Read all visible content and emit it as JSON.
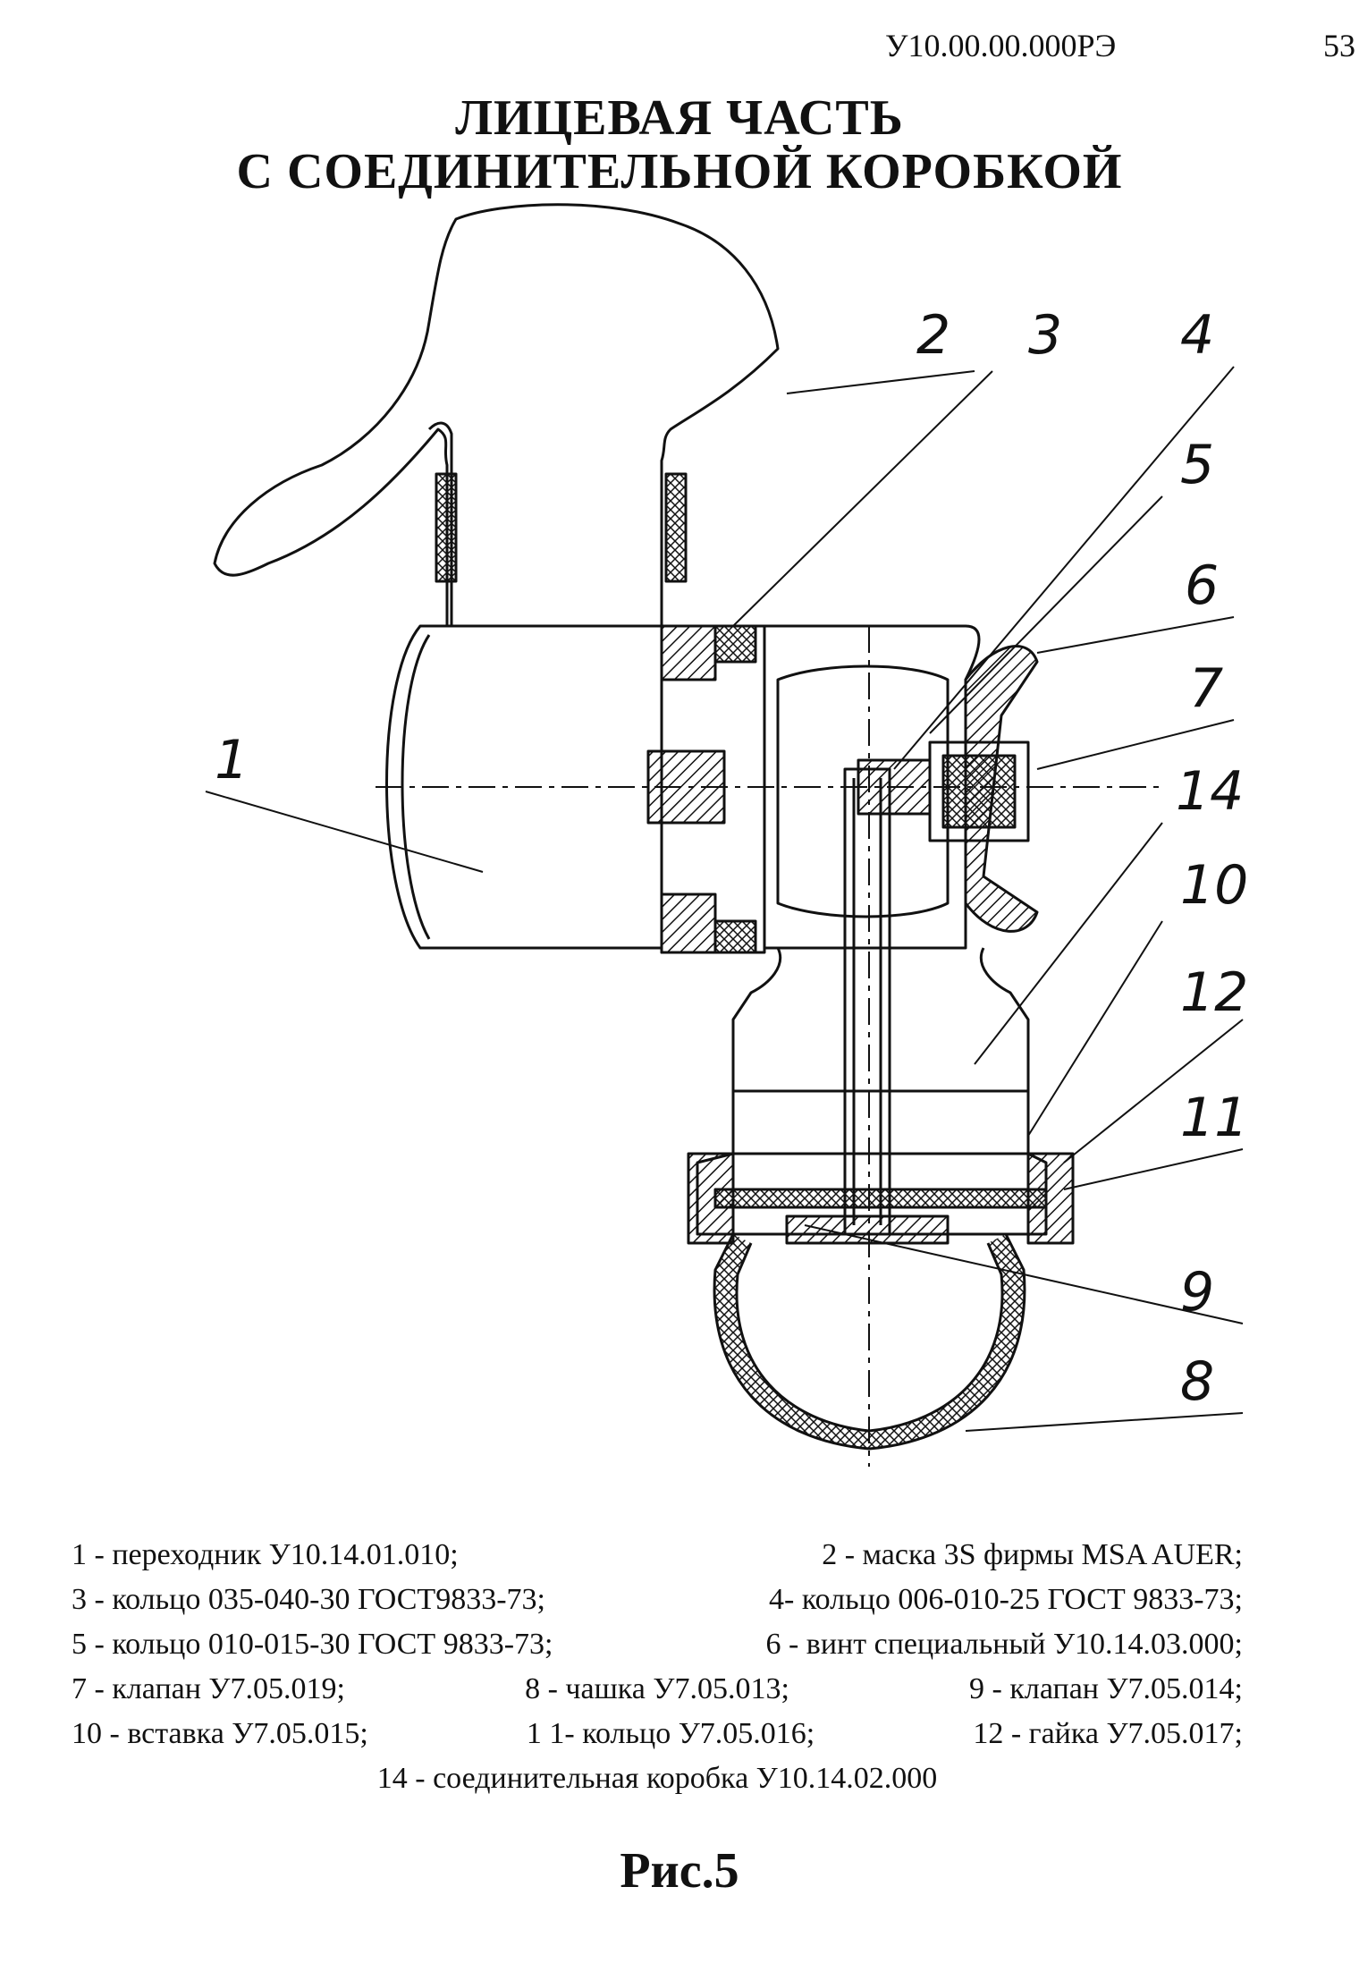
{
  "header": {
    "doc_code": "У10.00.00.000РЭ",
    "page_number": "53"
  },
  "title": {
    "line1": "ЛИЦЕВАЯ ЧАСТЬ",
    "line2": "С СОЕДИНИТЕЛЬНОЙ КОРОБКОЙ"
  },
  "callouts": [
    "1",
    "2",
    "3",
    "4",
    "5",
    "6",
    "7",
    "14",
    "10",
    "12",
    "11",
    "9",
    "8"
  ],
  "legend": {
    "rows": [
      [
        "1 - переходник У10.14.01.010;",
        "2 - маска 3S фирмы MSA AUER;"
      ],
      [
        "3 - кольцо 035-040-30 ГОСТ9833-73;",
        "4- кольцо 006-010-25 ГОСТ 9833-73;"
      ],
      [
        "5 - кольцо 010-015-30 ГОСТ 9833-73;",
        "6 - винт специальный У10.14.03.000;"
      ],
      [
        "7 - клапан У7.05.019;",
        "8 - чашка У7.05.013;",
        "9 - клапан У7.05.014;"
      ],
      [
        "10 - вставка У7.05.015;",
        "1 1- кольцо У7.05.016;",
        "12 - гайка У7.05.017;"
      ]
    ],
    "last_line": "14 - соединительная коробка У10.14.02.000"
  },
  "figure_caption": "Рис.5"
}
